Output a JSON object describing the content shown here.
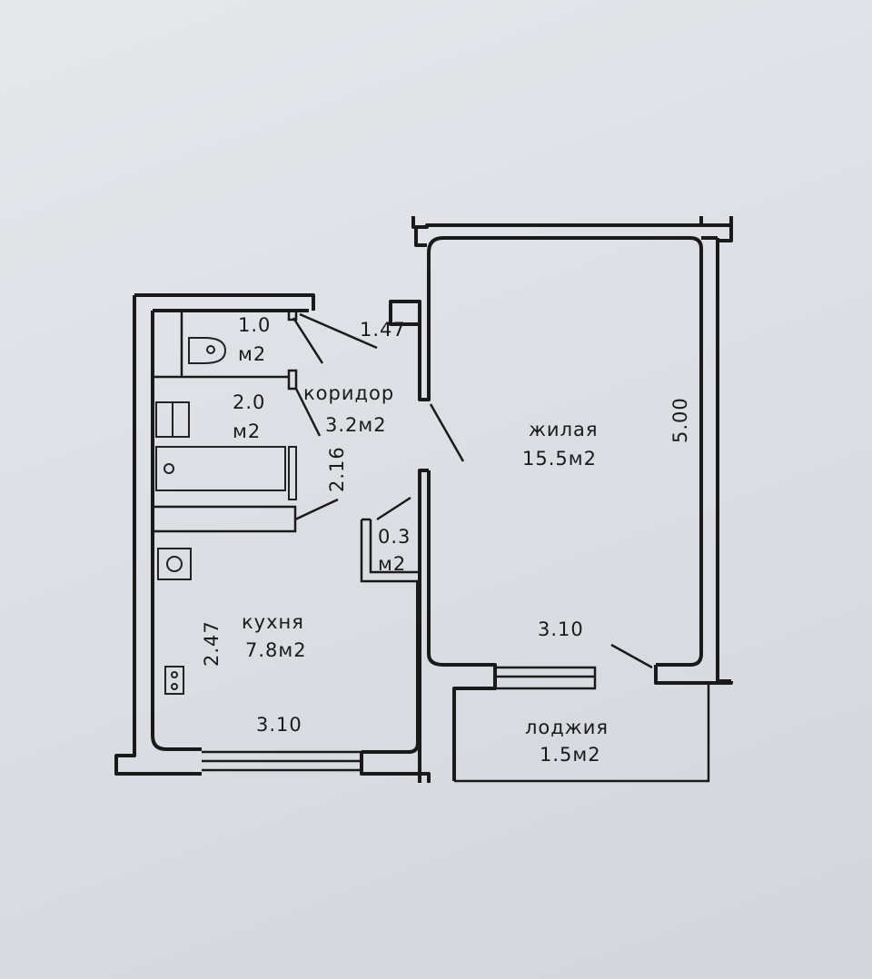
{
  "rooms": {
    "wc": {
      "area_line1": "1.0",
      "area_line2": "м2"
    },
    "bath": {
      "area_line1": "2.0",
      "area_line2": "м2"
    },
    "corridor": {
      "name": "коридор",
      "area": "3.2м2"
    },
    "living": {
      "name": "жилая",
      "area": "15.5м2"
    },
    "closet": {
      "area_line1": "0.3",
      "area_line2": "м2"
    },
    "kitchen": {
      "name": "кухня",
      "area": "7.8м2"
    },
    "loggia": {
      "name": "лоджия",
      "area": "1.5м2"
    }
  },
  "dimensions": {
    "corridor_width": "1.47",
    "bath_width": "2.16",
    "living_length": "5.00",
    "living_width": "3.10",
    "kitchen_length": "2.47",
    "kitchen_width": "3.10"
  }
}
